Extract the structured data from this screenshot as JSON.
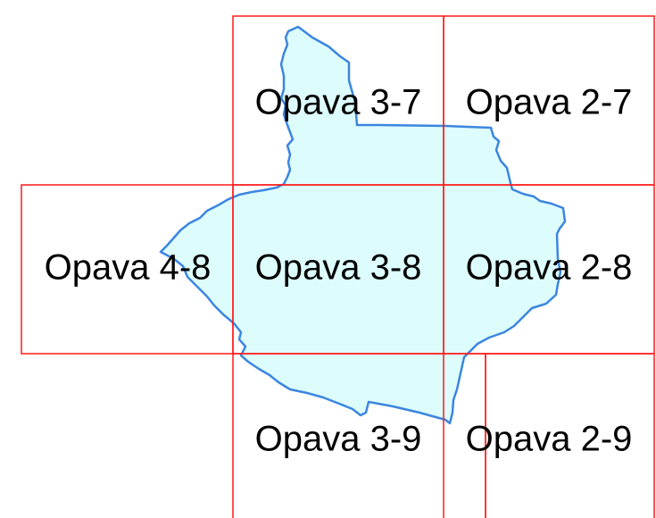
{
  "map": {
    "colors": {
      "sheet_border": "#ff1a1a",
      "region_fill": "#ddfcfc",
      "region_stroke": "#3b86e0",
      "label_text": "#000000"
    },
    "sheets": [
      {
        "id": "3-7",
        "label": "Opava 3-7"
      },
      {
        "id": "2-7",
        "label": "Opava 2-7"
      },
      {
        "id": "4-8",
        "label": "Opava 4-8"
      },
      {
        "id": "3-8",
        "label": "Opava 3-8"
      },
      {
        "id": "2-8",
        "label": "Opava 2-8"
      },
      {
        "id": "3-9",
        "label": "Opava 3-9"
      },
      {
        "id": "2-9",
        "label": "Opava 2-9"
      }
    ]
  }
}
